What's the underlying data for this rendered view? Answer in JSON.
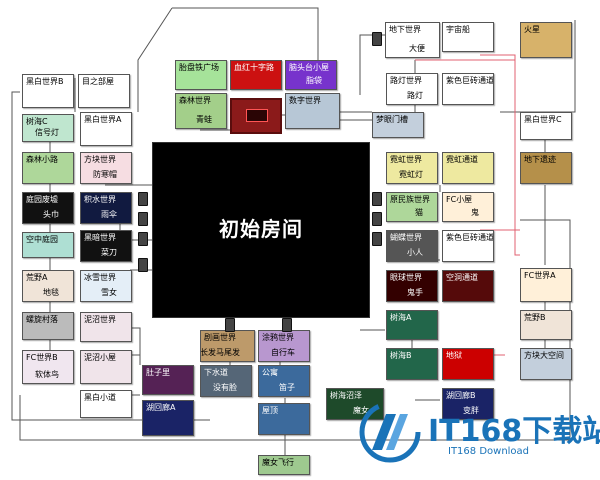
{
  "central": {
    "label": "初始房间",
    "color": "#000000"
  },
  "nodes": {
    "n_kuai_tuan": {
      "title": "胎盘铁广场",
      "sub": "",
      "color": "#a6e39a"
    },
    "n_xuehong": {
      "title": "血红十字路",
      "sub": "",
      "color": "#cc1111"
    },
    "n_zhengdai": {
      "title": "脑头台小屋",
      "sub": "脂袋",
      "color": "#7733cc"
    },
    "n_senlin": {
      "title": "森林世界",
      "sub": "青蛙",
      "color": "#a3cf8a"
    },
    "n_shuzi": {
      "title": "数字世界",
      "sub": "",
      "color": "#b7c7d6"
    },
    "n_dixia": {
      "title": "地下世界",
      "sub": "大便",
      "color": "#ffffff"
    },
    "n_yuzhou": {
      "title": "宇宙船",
      "sub": "",
      "color": "#ffffff"
    },
    "n_huoxing": {
      "title": "火星",
      "sub": "",
      "color": "#d7b26a"
    },
    "n_ludeng": {
      "title": "路灯世界",
      "sub": "路灯",
      "color": "#ffffff"
    },
    "n_zise": {
      "title": "紫色巨砖通道",
      "sub": "",
      "color": "#ffffff"
    },
    "n_mengmu": {
      "title": "梦眼门槽",
      "sub": "",
      "color": "#c3cfdc"
    },
    "n_heibai_b": {
      "title": "黑白世界B",
      "sub": "",
      "color": "#ffffff"
    },
    "n_muzhi": {
      "title": "目之部屋",
      "sub": "",
      "color": "#ffffff"
    },
    "n_heibai_a": {
      "title": "黑白世界A",
      "sub": "",
      "color": "#ffffff"
    },
    "n_shuhai_c": {
      "title": "树海C",
      "sub": "信号灯",
      "color": "#bfe6cf"
    },
    "n_senlin_xl": {
      "title": "森林小路",
      "sub": "",
      "color": "#aed79a"
    },
    "n_fangkuai": {
      "title": "方块世界",
      "sub": "防寒帽",
      "color": "#f6dde2"
    },
    "n_tingyuan": {
      "title": "庭园废墟",
      "sub": "头巾",
      "color": "#111111"
    },
    "n_jishui": {
      "title": "积水世界",
      "sub": "雨伞",
      "color": "#111a40"
    },
    "n_kongzhong": {
      "title": "空中庭园",
      "sub": "",
      "color": "#aedfd3"
    },
    "n_heian": {
      "title": "黑暗世界",
      "sub": "菜刀",
      "color": "#111111"
    },
    "n_huangye_a": {
      "title": "荒野A",
      "sub": "地毯",
      "color": "#f0e4d8"
    },
    "n_bingxue": {
      "title": "冰雪世界",
      "sub": "雪女",
      "color": "#e4eef7"
    },
    "n_luoxuan": {
      "title": "螺旋村落",
      "sub": "",
      "color": "#bbbbbb"
    },
    "n_nizhao": {
      "title": "泥沼世界",
      "sub": "",
      "color": "#f0e4ea"
    },
    "n_fc_b": {
      "title": "FC世界B",
      "sub": "软体鸟",
      "color": "#f0e6ef"
    },
    "n_nizhao_xw": {
      "title": "泥沼小屋",
      "sub": "",
      "color": "#f0e4ea"
    },
    "n_heibai_xd": {
      "title": "黑白小道",
      "sub": "",
      "color": "#ffffff"
    },
    "n_chidang": {
      "title": "肚子里",
      "sub": "",
      "color": "#552255"
    },
    "n_xiashui": {
      "title": "下水道",
      "sub": "没有脸",
      "color": "#556677"
    },
    "n_huihuo": {
      "title": "剧画世界",
      "sub": "长发马尾发",
      "color": "#bd9a6a"
    },
    "n_tudong": {
      "title": "涂鸦世界",
      "sub": "自行车",
      "color": "#b897cf"
    },
    "n_huhui_a": {
      "title": "湖回廊A",
      "sub": "",
      "color": "#1a2366"
    },
    "n_gongyu": {
      "title": "公寓",
      "sub": "笛子",
      "color": "#3c6a9c"
    },
    "n_wuding": {
      "title": "屋顶",
      "sub": "",
      "color": "#3c6a9c"
    },
    "n_mnv": {
      "title": "魔女飞行",
      "sub": "",
      "color": "#9ec98f"
    },
    "n_nihong": {
      "title": "霓虹世界",
      "sub": "霓虹灯",
      "color": "#eee9a0"
    },
    "n_nihong_td": {
      "title": "霓虹通道",
      "sub": "",
      "color": "#eee9a0"
    },
    "n_minzu": {
      "title": "原民族世界",
      "sub": "猫",
      "color": "#aed79a"
    },
    "n_fc_xw": {
      "title": "FC小屋",
      "sub": "鬼",
      "color": "#fff0d9"
    },
    "n_xinqi": {
      "title": "蝴蝶世界",
      "sub": "小人",
      "color": "#555555"
    },
    "n_zise_td2": {
      "title": "紫色巨砖通道",
      "sub": "",
      "color": "#ffffff"
    },
    "n_yanqiu": {
      "title": "眼球世界",
      "sub": "鬼手",
      "color": "#330000"
    },
    "n_konghui": {
      "title": "空洞通道",
      "sub": "",
      "color": "#550a0a"
    },
    "n_shuhai_a": {
      "title": "树海A",
      "sub": "",
      "color": "#22664a"
    },
    "n_shuhai_b": {
      "title": "树海B",
      "sub": "",
      "color": "#22664a"
    },
    "n_diyu": {
      "title": "地狱",
      "sub": "",
      "color": "#cc0000"
    },
    "n_shuhai_zz": {
      "title": "树海沼泽",
      "sub": "魔女",
      "color": "#1e4a2a"
    },
    "n_huhui_b": {
      "title": "湖回廊B",
      "sub": "变胖",
      "color": "#1a2366"
    },
    "n_heibai_c": {
      "title": "黑白世界C",
      "sub": "",
      "color": "#ffffff"
    },
    "n_dixia_yj": {
      "title": "地下遗迹",
      "sub": "",
      "color": "#b5904a"
    },
    "n_fc_a": {
      "title": "FC世界A",
      "sub": "",
      "color": "#fff0d9"
    },
    "n_huangye_b": {
      "title": "荒野B",
      "sub": "",
      "color": "#f0e4d8"
    },
    "n_fangkuai_dk": {
      "title": "方块大空间",
      "sub": "",
      "color": "#c3cfdc"
    }
  },
  "watermark": {
    "brand": "IT168下载站",
    "sub": "IT168 Download",
    "color": "#1a73b8"
  }
}
